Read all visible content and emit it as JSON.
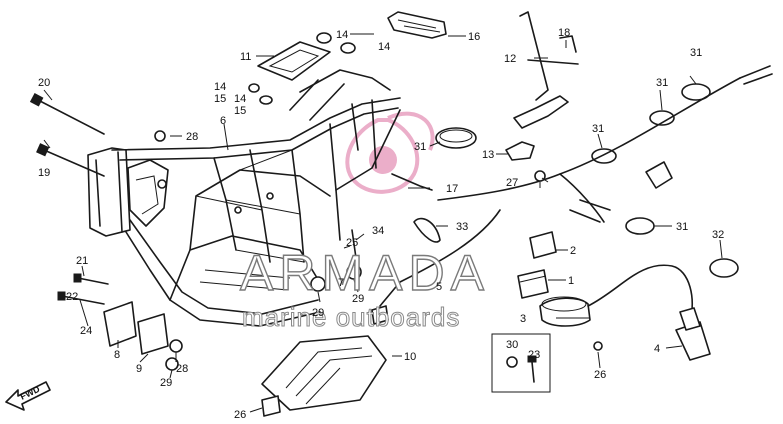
{
  "watermark": {
    "title": "ARMADA",
    "subtitle": "marine outboards",
    "logo_color": "#e8a0c0"
  },
  "forward_marker": "FWD",
  "callouts": [
    {
      "id": "c1",
      "text": "1"
    },
    {
      "id": "c2",
      "text": "2"
    },
    {
      "id": "c3",
      "text": "3"
    },
    {
      "id": "c4",
      "text": "4"
    },
    {
      "id": "c5",
      "text": "5"
    },
    {
      "id": "c6",
      "text": "6"
    },
    {
      "id": "c7",
      "text": "7"
    },
    {
      "id": "c8",
      "text": "8"
    },
    {
      "id": "c9",
      "text": "9"
    },
    {
      "id": "c10",
      "text": "10"
    },
    {
      "id": "c11",
      "text": "11"
    },
    {
      "id": "c12",
      "text": "12"
    },
    {
      "id": "c13",
      "text": "13"
    },
    {
      "id": "c14a",
      "text": "14"
    },
    {
      "id": "c14b",
      "text": "14"
    },
    {
      "id": "c14c",
      "text": "14"
    },
    {
      "id": "c14d",
      "text": "14"
    },
    {
      "id": "c15a",
      "text": "15"
    },
    {
      "id": "c15b",
      "text": "15"
    },
    {
      "id": "c16",
      "text": "16"
    },
    {
      "id": "c17",
      "text": "17"
    },
    {
      "id": "c18",
      "text": "18"
    },
    {
      "id": "c19",
      "text": "19"
    },
    {
      "id": "c20",
      "text": "20"
    },
    {
      "id": "c21",
      "text": "21"
    },
    {
      "id": "c22",
      "text": "22"
    },
    {
      "id": "c23",
      "text": "23"
    },
    {
      "id": "c24",
      "text": "24"
    },
    {
      "id": "c25",
      "text": "25"
    },
    {
      "id": "c26a",
      "text": "26"
    },
    {
      "id": "c26b",
      "text": "26"
    },
    {
      "id": "c27",
      "text": "27"
    },
    {
      "id": "c28a",
      "text": "28"
    },
    {
      "id": "c28b",
      "text": "28"
    },
    {
      "id": "c29a",
      "text": "29"
    },
    {
      "id": "c29b",
      "text": "29"
    },
    {
      "id": "c29c",
      "text": "29"
    },
    {
      "id": "c30",
      "text": "30"
    },
    {
      "id": "c31a",
      "text": "31"
    },
    {
      "id": "c31b",
      "text": "31"
    },
    {
      "id": "c31c",
      "text": "31"
    },
    {
      "id": "c31d",
      "text": "31"
    },
    {
      "id": "c31e",
      "text": "31"
    },
    {
      "id": "c32",
      "text": "32"
    },
    {
      "id": "c33",
      "text": "33"
    },
    {
      "id": "c34",
      "text": "34"
    }
  ]
}
